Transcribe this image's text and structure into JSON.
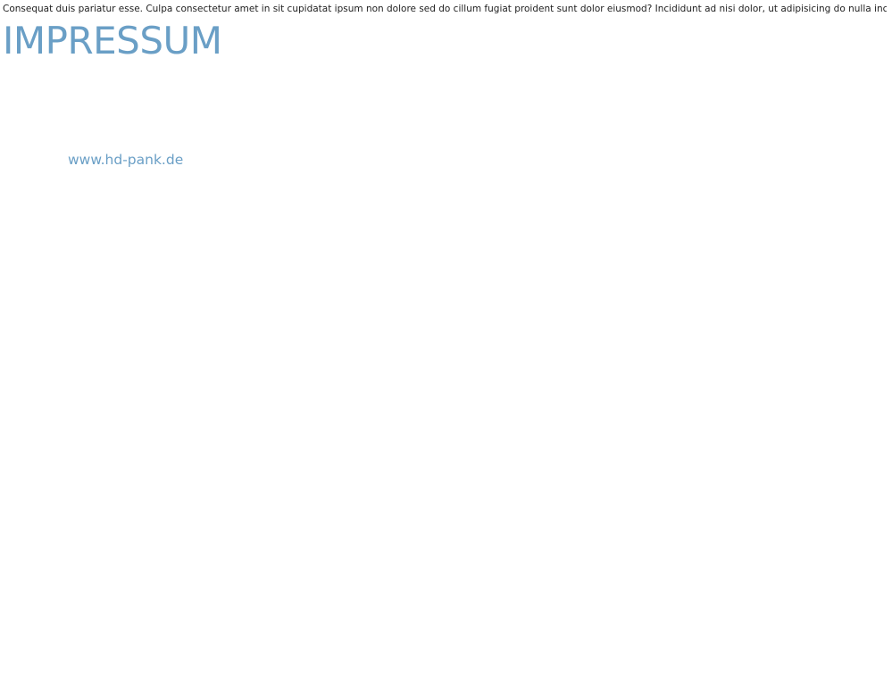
{
  "page": {
    "intro_text": "Consequat duis pariatur esse. Culpa consectetur amet in sit cupidatat ipsum non dolore sed do cillum fugiat proident sunt dolor eiusmod? Incididunt ad nisi dolor, ut adipisicing do nulla incididunt ea",
    "title": "IMPRESSUM",
    "link_text": "www.hd-pank.de"
  },
  "colors": {
    "accent": "#6a9fc6",
    "text": "#222222",
    "background": "#ffffff"
  }
}
